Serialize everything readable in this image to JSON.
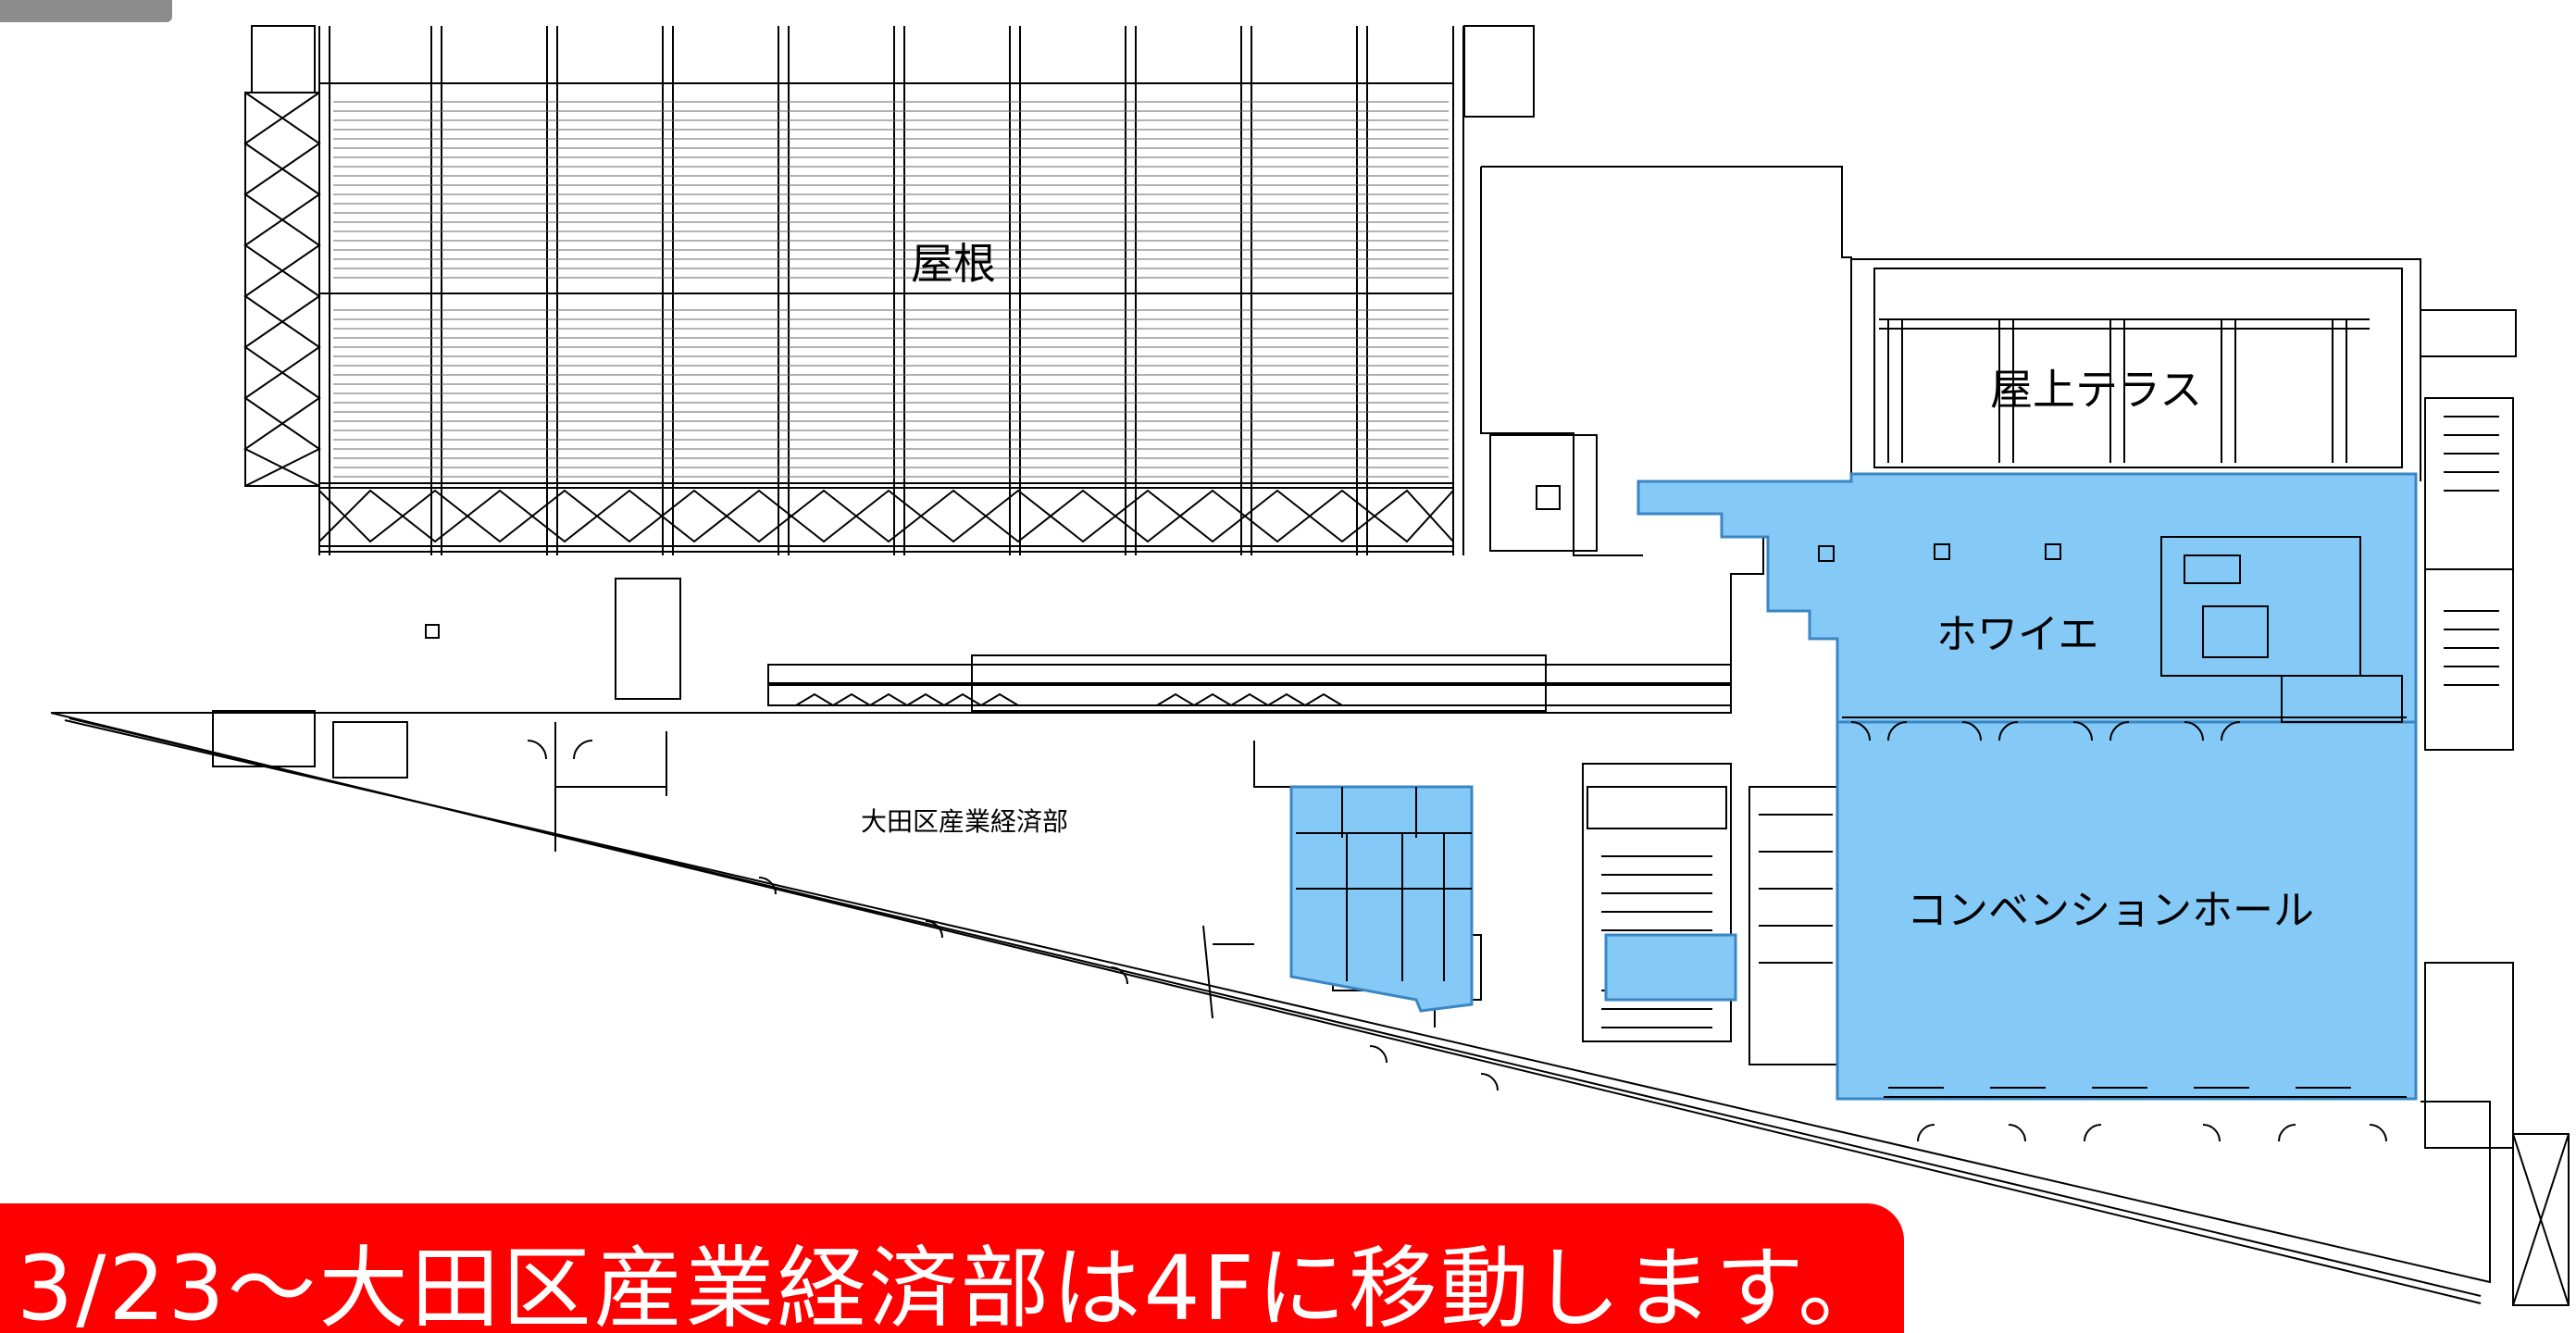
{
  "map": {
    "labels": {
      "roof": "屋根",
      "rooftop_terrace": "屋上テラス",
      "foyer": "ホワイエ",
      "convention_hall": "コンベンションホール",
      "industry_dept": "大田区産業経済部"
    },
    "colors": {
      "highlight": "#85c9f7",
      "highlight_stroke": "#3a86c4",
      "line": "#000000",
      "banner": "#ff0000",
      "banner_text": "#ffffff",
      "badge": "#8c8c8c"
    }
  },
  "notice": {
    "text": "3/23～大田区産業経済部は4Fに移動します。"
  }
}
